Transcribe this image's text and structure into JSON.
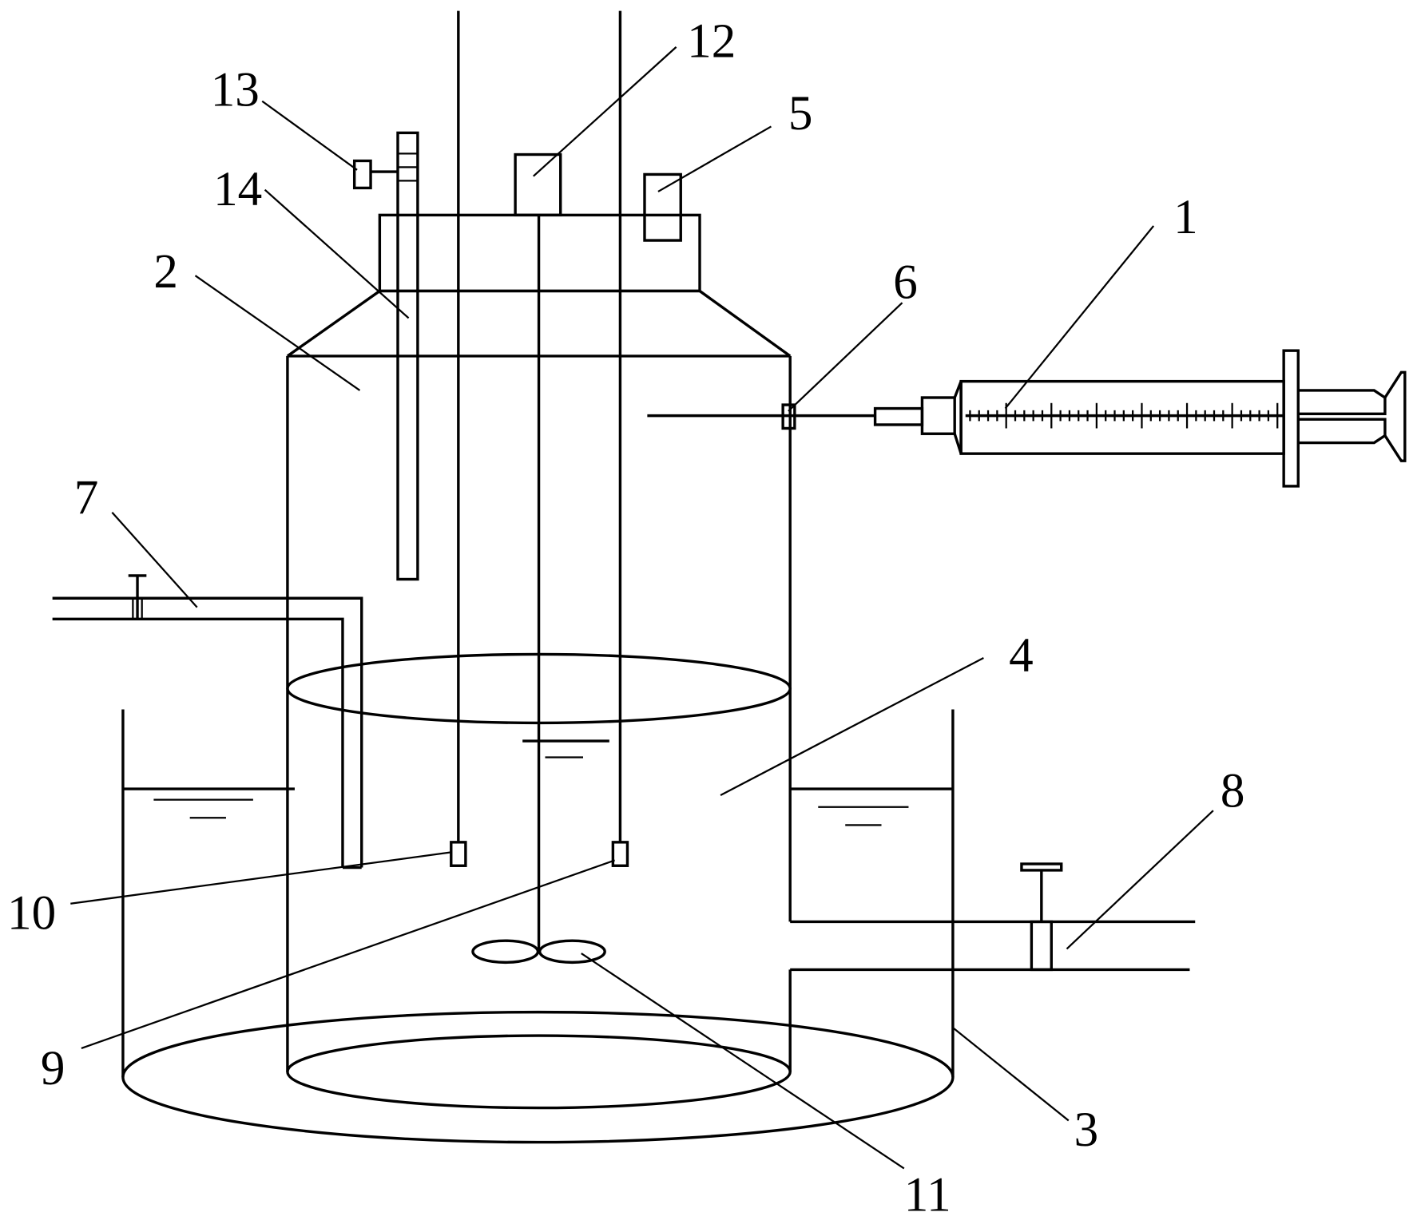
{
  "labels": {
    "l1": "1",
    "l2": "2",
    "l3": "3",
    "l4": "4",
    "l5": "5",
    "l6": "6",
    "l7": "7",
    "l8": "8",
    "l9": "9",
    "l10": "10",
    "l11": "11",
    "l12": "12",
    "l13": "13",
    "l14": "14"
  },
  "colors": {
    "stroke": "#000000",
    "background": "#ffffff"
  }
}
